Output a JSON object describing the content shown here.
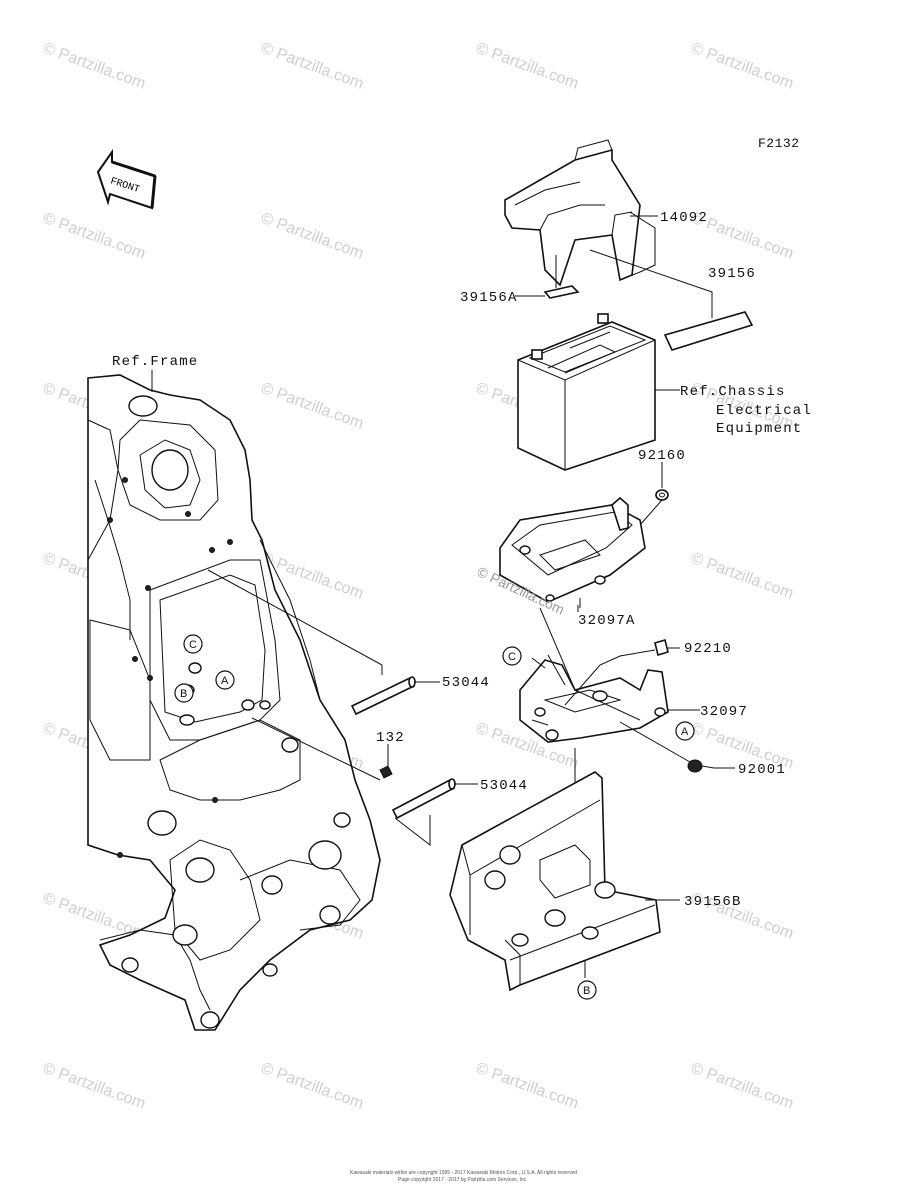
{
  "figure_id": "F2132",
  "front_label": "FRONT",
  "parts": {
    "p14092": "14092",
    "p39156": "39156",
    "p39156A": "39156A",
    "p92160": "92160",
    "p32097A": "32097A",
    "p92210": "92210",
    "p32097": "32097",
    "p92001": "92001",
    "p53044_top": "53044",
    "p53044_bottom": "53044",
    "p132": "132",
    "p39156B": "39156B"
  },
  "refs": {
    "frame": "Ref.Frame",
    "chassis_line1": "Ref.Chassis",
    "chassis_line2": "Electrical",
    "chassis_line3": "Equipment"
  },
  "callouts": {
    "a": "A",
    "b": "B",
    "c": "C"
  },
  "watermark": "© Partzilla.com",
  "watermark_center": "© Partzilla.com",
  "copyright_line1": "Kawasaki materials within are copyright 1995 - 2017 Kawasaki Motors Corp., U.S.A. All rights reserved.",
  "copyright_line2": "Page copyright 2017 - 2017 by Partzilla.com Services, Inc."
}
